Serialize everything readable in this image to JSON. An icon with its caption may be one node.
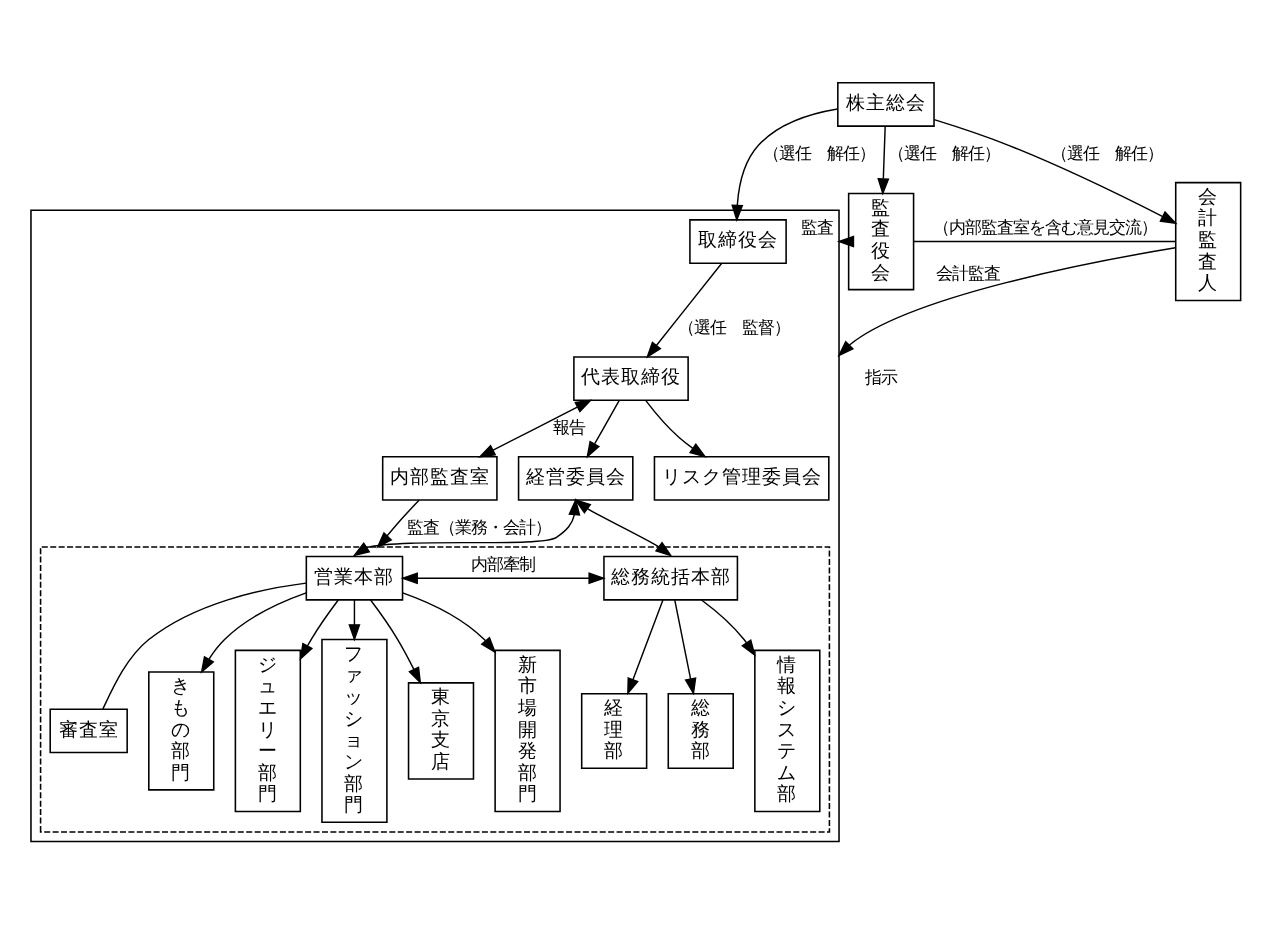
{
  "diagram": {
    "nodes": [
      {
        "text": [
          "株主総会"
        ]
      },
      {
        "text": [],
        "shape": "box"
      },
      {
        "text": [
          "取締役会"
        ],
        "in": 1
      },
      {
        "text": [
          "代表取締役"
        ],
        "in": 1
      },
      {
        "text": [
          "内部監査室"
        ],
        "in": 1
      },
      {
        "text": [
          "経営委員会"
        ],
        "in": 1
      },
      {
        "text": [
          "リスク管理委員会"
        ],
        "in": 1
      },
      {
        "text": [],
        "shape": "box",
        "in": 1
      },
      {
        "text": [
          "営業本部"
        ],
        "in": 7
      },
      {
        "text": [
          "総務統括本部"
        ],
        "in": 7
      },
      {
        "text": [
          "審査室"
        ],
        "in": 7
      },
      {
        "text": [
          "きもの部門"
        ],
        "in": 7
      },
      {
        "text": [
          "ジュエリー部門"
        ],
        "in": 7
      },
      {
        "text": [
          "ファッション部門"
        ],
        "in": 7
      },
      {
        "text": [
          "東京支店"
        ],
        "in": 7
      },
      {
        "text": [
          "新市場開発部門"
        ],
        "in": 7
      },
      {
        "text": [
          "経理部"
        ],
        "in": 7
      },
      {
        "text": [
          "総務部"
        ],
        "in": 7
      },
      {
        "text": [
          "情報システム部"
        ],
        "in": 7
      },
      {
        "text": [
          "監査役会"
        ]
      },
      {
        "text": [
          "会計監査人"
        ]
      }
    ],
    "edges": [
      {
        "from": 0,
        "to": 2,
        "arrow": "to",
        "label": "（選任　解任）"
      },
      {
        "from": 0,
        "to": 19,
        "arrow": "to",
        "label": "（選任　解任）"
      },
      {
        "from": 0,
        "to": 20,
        "arrow": "to",
        "label": "（選任　解任）"
      },
      {
        "from": 2,
        "to": 3,
        "arrow": "to",
        "label": "（選任　監督）"
      },
      {
        "from": 4,
        "to": 3,
        "arrow": "both",
        "label": "報告"
      },
      {
        "from": 3,
        "to": 5,
        "arrow": "to"
      },
      {
        "from": 3,
        "to": 6,
        "arrow": "to"
      },
      {
        "from": 5,
        "to": 8,
        "arrow": "both"
      },
      {
        "from": 5,
        "to": 9,
        "arrow": "both"
      },
      {
        "from": 8,
        "to": 9,
        "arrow": "both",
        "label": "内部牽制"
      },
      {
        "from": 10,
        "to": 8,
        "arrow": "none"
      },
      {
        "from": 8,
        "to": 11,
        "arrow": "to"
      },
      {
        "from": 8,
        "to": 12,
        "arrow": "to"
      },
      {
        "from": 8,
        "to": 13,
        "arrow": "to"
      },
      {
        "from": 8,
        "to": 14,
        "arrow": "to"
      },
      {
        "from": 8,
        "to": 15,
        "arrow": "to"
      },
      {
        "from": 9,
        "to": 16,
        "arrow": "to"
      },
      {
        "from": 9,
        "to": 17,
        "arrow": "to"
      },
      {
        "from": 9,
        "to": 18,
        "arrow": "to"
      },
      {
        "from": 4,
        "to": 7,
        "arrow": "to",
        "label": "監査（業務・会計）"
      },
      {
        "from": 19,
        "to": 1,
        "arrow": "to",
        "label": "監査"
      },
      {
        "from": 20,
        "to": 1,
        "arrow": "to",
        "label": "会計監査"
      },
      {
        "from": 19,
        "to": 20,
        "arrow": "none",
        "label": "（内部監査室を含む意見交流）"
      }
    ],
    "labels": [
      "指示"
    ]
  }
}
